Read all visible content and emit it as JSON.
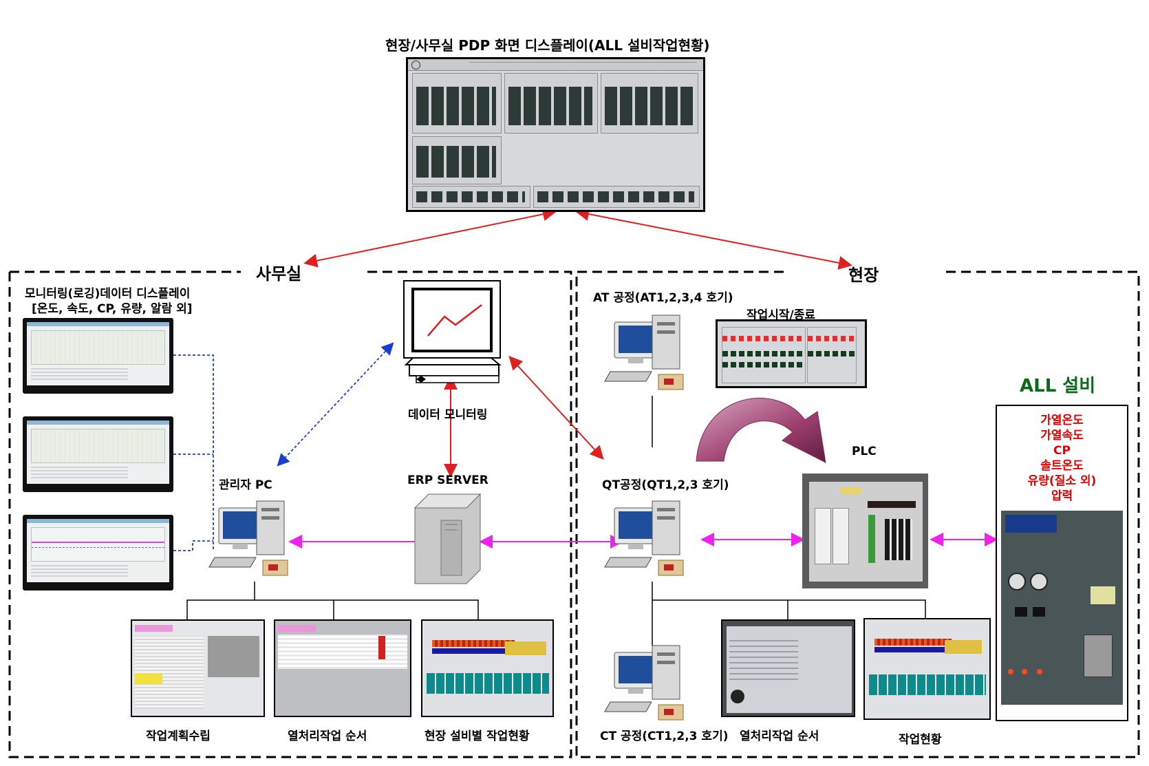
{
  "labels": {
    "top_title": "현장/사무실 PDP 화면 디스플레이(ALL 설비작업현황)",
    "office": "사무실",
    "field": "현장",
    "monitoring_title_1": "모니터링(로깅)데이터 디스플레이",
    "monitoring_title_2": "[온도, 속도, CP, 유량, 알람 외]",
    "data_monitoring": "데이터 모니터링",
    "admin_pc": "관리자 PC",
    "erp_server": "ERP SERVER",
    "at_process": "AT 공정(AT1,2,3,4 호기)",
    "work_start_end": "작업시작/종료",
    "plc": "PLC",
    "qt_process": "QT공정(QT1,2,3 호기)",
    "all_equipment": "ALL 설비",
    "work_plan": "작업계획수립",
    "heat_treat_order_office": "열처리작업 순서",
    "field_equipment_status": "현장 설비별 작업현황",
    "ct_process": "CT 공정(CT1,2,3 호기)",
    "heat_treat_order_field": "열처리작업 순서",
    "work_status": "작업현황"
  },
  "equipment_params": [
    "가열온도",
    "가열속도",
    "CP",
    "솔트온도",
    "유량(질소 외)",
    "압력"
  ],
  "colors": {
    "red_arrow": "#e02020",
    "magenta_arrow": "#ee22ee",
    "blue_dotted": "#1a3fd0",
    "param_text": "#e00000",
    "curved_arrow": "#b0557f"
  }
}
